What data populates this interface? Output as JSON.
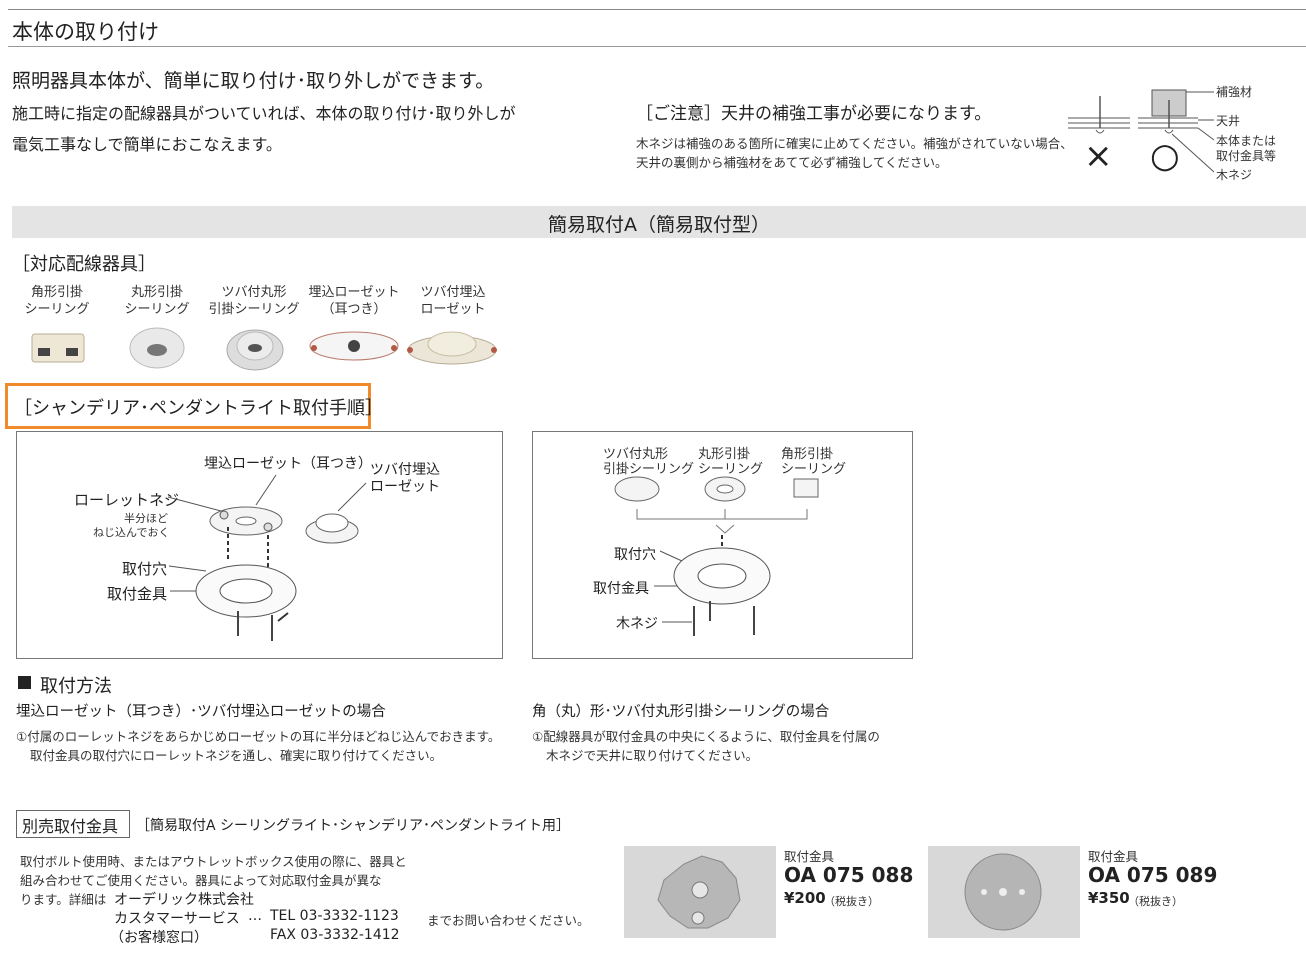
{
  "section_title": "本体の取り付け",
  "intro": {
    "headline": "照明器具本体が、簡単に取り付け･取り外しができます。",
    "line1": "施工時に指定の配線器具がついていれば、本体の取り付け･取り外しが",
    "line2": "電気工事なしで簡単におこなえます。"
  },
  "caution": {
    "heading": "［ご注意］天井の補強工事が必要になります。",
    "line1": "木ネジは補強のある箇所に確実に止めてください。補強がされていない場合、",
    "line2": "天井の裏側から補強材をあてて必ず補強してください。",
    "diagram": {
      "label_reinforce": "補強材",
      "label_ceiling": "天井",
      "label_body_1": "本体または",
      "label_body_2": "取付金具等",
      "label_screw": "木ネジ",
      "mark_bad": "×",
      "mark_good": "○"
    }
  },
  "band_title": "簡易取付A（簡易取付型）",
  "compatible": {
    "heading": "［対応配線器具］",
    "items": [
      {
        "line1": "角形引掛",
        "line2": "シーリング"
      },
      {
        "line1": "丸形引掛",
        "line2": "シーリング"
      },
      {
        "line1": "ツバ付丸形",
        "line2": "引掛シーリング"
      },
      {
        "line1": "埋込ローゼット",
        "line2": "（耳つき）"
      },
      {
        "line1": "ツバ付埋込",
        "line2": "ローゼット"
      }
    ]
  },
  "procedure_heading": "［シャンデリア･ペンダントライト取付手順］",
  "diagram_left": {
    "label_rosette_ear": "埋込ローゼット（耳つき）",
    "label_flange_rosette_1": "ツバ付埋込",
    "label_flange_rosette_2": "ローゼット",
    "label_roulette": "ローレットネジ",
    "note_1": "半分ほど",
    "note_2": "ねじ込んでおく",
    "label_hole": "取付穴",
    "label_bracket": "取付金具"
  },
  "diagram_right": {
    "item1_1": "ツバ付丸形",
    "item1_2": "引掛シーリング",
    "item2_1": "丸形引掛",
    "item2_2": "シーリング",
    "item3_1": "角形引掛",
    "item3_2": "シーリング",
    "label_hole": "取付穴",
    "label_bracket": "取付金具",
    "label_screw": "木ネジ"
  },
  "method": {
    "heading": "取付方法",
    "left_title": "埋込ローゼット（耳つき）･ツバ付埋込ローゼットの場合",
    "left_line1": "①付属のローレットネジをあらかじめローゼットの耳に半分ほどねじ込んでおきます。",
    "left_line2": "取付金具の取付穴にローレットネジを通し、確実に取り付けてください。",
    "right_title": "角（丸）形･ツバ付丸形引掛シーリングの場合",
    "right_line1": "①配線器具が取付金具の中央にくるように、取付金具を付属の",
    "right_line2": "木ネジで天井に取り付けてください。"
  },
  "accessory": {
    "badge": "別売取付金具",
    "subtitle": "［簡易取付A シーリングライト･シャンデリア･ペンダントライト用］",
    "desc1": "取付ボルト使用時、またはアウトレットボックス使用の際に、器具と",
    "desc2": "組み合わせてご使用ください。器具によって対応取付金具が異な",
    "desc3": "ります。詳細は",
    "company": "オーデリック株式会社",
    "service": "カスタマーサービス",
    "window": "（お客様窓口）",
    "dots": "…",
    "tel": "TEL 03-3332-1123",
    "fax": "FAX 03-3332-1412",
    "inquiry": "までお問い合わせください。",
    "products": [
      {
        "label": "取付金具",
        "code": "OA 075 088",
        "price": "¥200",
        "tax": "（税抜き）"
      },
      {
        "label": "取付金具",
        "code": "OA 075 089",
        "price": "¥350",
        "tax": "（税抜き）"
      }
    ]
  },
  "colors": {
    "highlight": "#f08a2a",
    "band": "#e4e4e4"
  }
}
